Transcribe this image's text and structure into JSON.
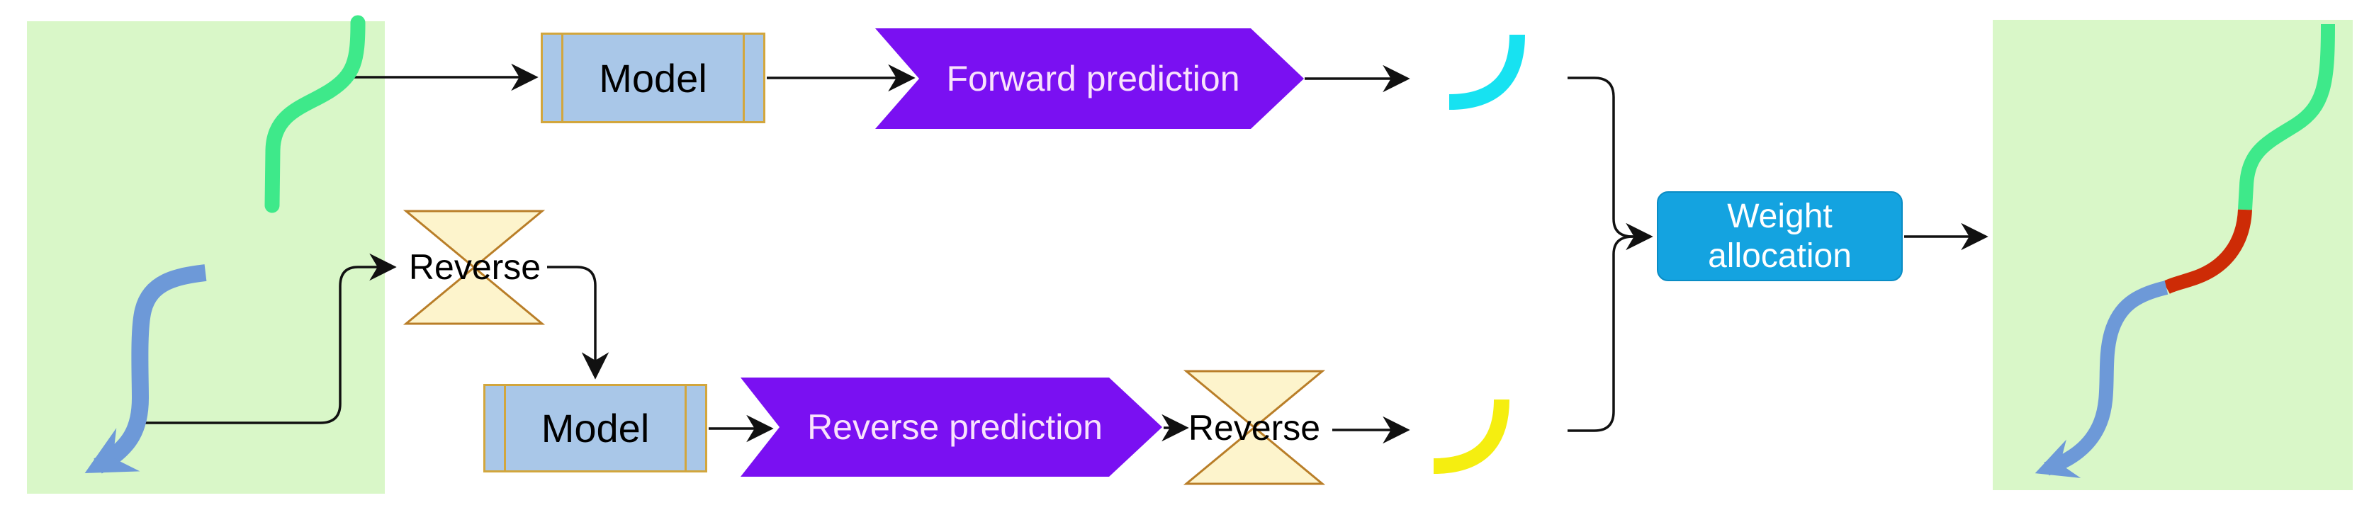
{
  "colors": {
    "panel_green": "#d9f7c8",
    "accent_purple": "#7a10f2",
    "chevron_text": "#f9e2fc",
    "model_fill": "#a9c7e8",
    "model_border": "#d2a63d",
    "hourglass_fill": "#fdf4cc",
    "hourglass_border": "#b97e28",
    "weight_fill": "#14a3e0",
    "weight_border": "#0a8cc4",
    "curve_green": "#3ee98a",
    "curve_blue": "#6d99d8",
    "curve_cyan": "#17e2f1",
    "curve_yellow": "#f5ee10",
    "curve_red": "#cd2b06",
    "line_black": "#111111"
  },
  "diagram": {
    "nodes": {
      "model_top": "Model",
      "model_bottom": "Model",
      "forward_prediction": "Forward prediction",
      "reverse_prediction": "Reverse prediction",
      "reverse_top": "Reverse",
      "reverse_bottom": "Reverse",
      "weight_line1": "Weight",
      "weight_line2": "allocation"
    }
  }
}
